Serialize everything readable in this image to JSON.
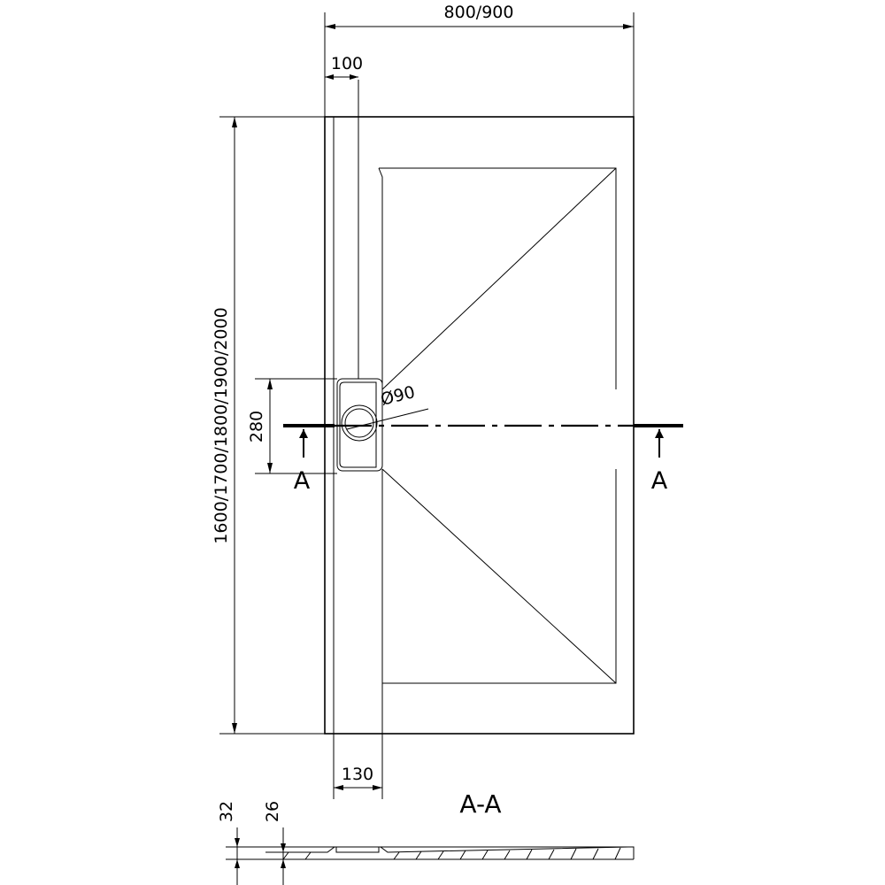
{
  "dimensions": {
    "width": "800/900",
    "gutter_width": "100",
    "length": "1600/1700/1800/1900/2000",
    "drain_zone": "280",
    "drain_diameter": "Ø90",
    "drain_offset": "130",
    "total_height": "32",
    "edge_height": "26"
  },
  "section": {
    "marker_left": "A",
    "marker_right": "A",
    "title": "A-A"
  }
}
